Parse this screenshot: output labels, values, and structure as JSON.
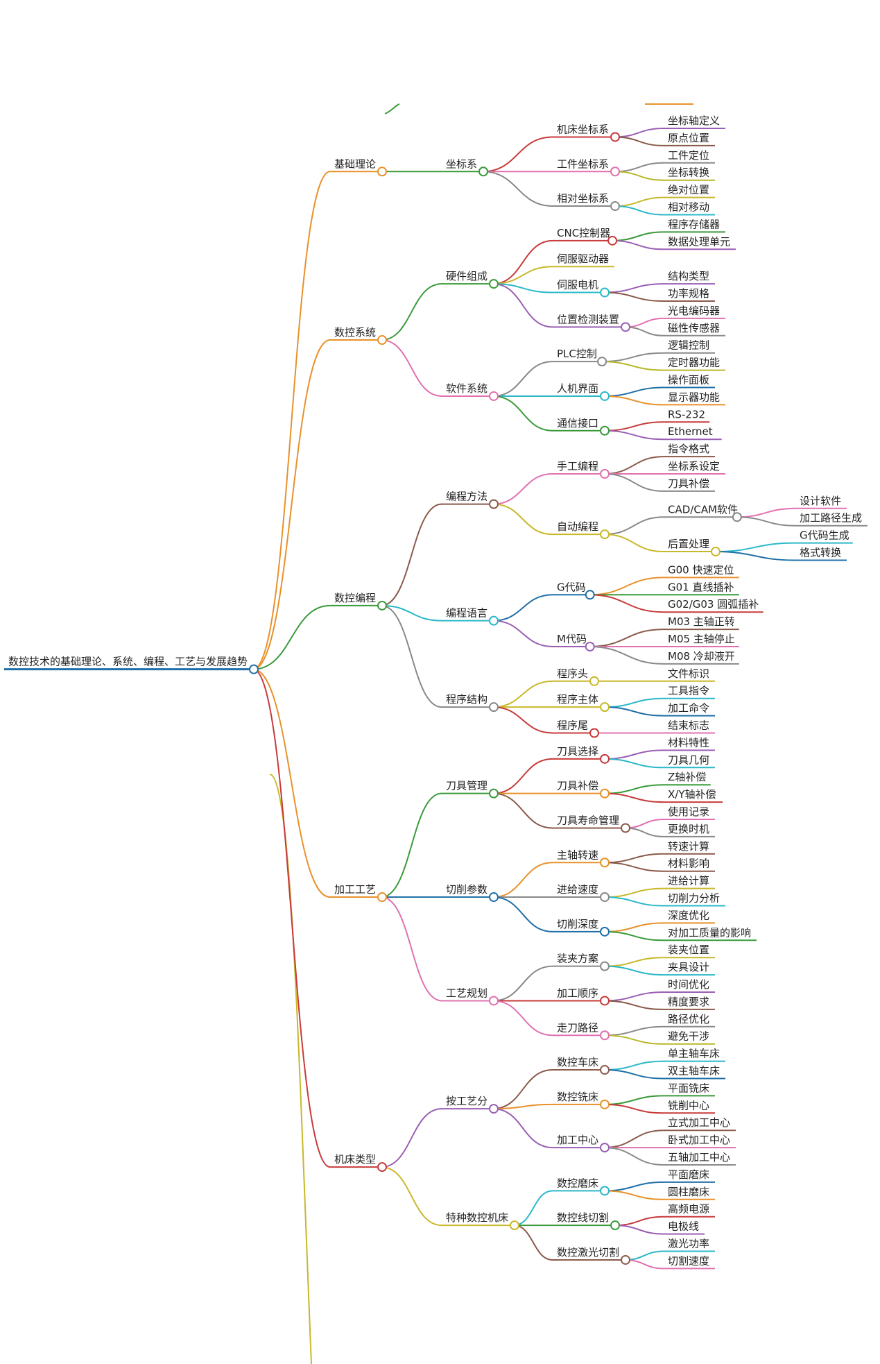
{
  "root": {
    "label": "数控技术的基础理论、系统、编程、工艺与发展趋势",
    "color": "#1f6fa8",
    "children": [
      {
        "label": "基础理论",
        "color": "#e8912a",
        "children": [
          {
            "label": "坐标系",
            "color": "#3a9a3a",
            "children": [
              {
                "label": "机床坐标系",
                "color": "#c83a3a",
                "children": [
                  {
                    "label": "坐标轴定义",
                    "color": "#9a5fb4"
                  },
                  {
                    "label": "原点位置",
                    "color": "#8a5a4a"
                  }
                ]
              },
              {
                "label": "工件坐标系",
                "color": "#e070b0",
                "children": [
                  {
                    "label": "工件定位",
                    "color": "#8a8a8a"
                  },
                  {
                    "label": "坐标转换",
                    "color": "#b8b82a"
                  }
                ]
              },
              {
                "label": "相对坐标系",
                "color": "#888888",
                "children": [
                  {
                    "label": "绝对位置",
                    "color": "#c8b82a"
                  },
                  {
                    "label": "相对移动",
                    "color": "#2ab8c8"
                  }
                ]
              }
            ]
          }
        ]
      },
      {
        "label": "数控系统",
        "color": "#e8912a",
        "children": [
          {
            "label": "硬件组成",
            "color": "#3a9a3a",
            "children": [
              {
                "label": "CNC控制器",
                "color": "#c83a3a",
                "children": [
                  {
                    "label": "程序存储器",
                    "color": "#3a9a3a"
                  },
                  {
                    "label": "数据处理单元",
                    "color": "#9a5fb4"
                  }
                ]
              },
              {
                "label": "伺服驱动器",
                "color": "#c8b82a"
              },
              {
                "label": "伺服电机",
                "color": "#2ab8c8",
                "children": [
                  {
                    "label": "结构类型",
                    "color": "#9a5fb4"
                  },
                  {
                    "label": "功率规格",
                    "color": "#8a5a4a"
                  }
                ]
              },
              {
                "label": "位置检测装置",
                "color": "#9a5fb4",
                "children": [
                  {
                    "label": "光电编码器",
                    "color": "#e070b0"
                  },
                  {
                    "label": "磁性传感器",
                    "color": "#8a8a8a"
                  }
                ]
              }
            ]
          },
          {
            "label": "软件系统",
            "color": "#e070b0",
            "children": [
              {
                "label": "PLC控制",
                "color": "#888888",
                "children": [
                  {
                    "label": "逻辑控制",
                    "color": "#8a8a8a"
                  },
                  {
                    "label": "定时器功能",
                    "color": "#b8b82a"
                  }
                ]
              },
              {
                "label": "人机界面",
                "color": "#2ab8c8",
                "children": [
                  {
                    "label": "操作面板",
                    "color": "#1f6fa8"
                  },
                  {
                    "label": "显示器功能",
                    "color": "#e8912a"
                  }
                ]
              },
              {
                "label": "通信接口",
                "color": "#3a9a3a",
                "children": [
                  {
                    "label": "RS-232",
                    "color": "#c83a3a"
                  },
                  {
                    "label": "Ethernet",
                    "color": "#9a5fb4"
                  }
                ]
              }
            ]
          }
        ]
      },
      {
        "label": "数控编程",
        "color": "#3a9a3a",
        "children": [
          {
            "label": "编程方法",
            "color": "#8a5a4a",
            "children": [
              {
                "label": "手工编程",
                "color": "#e070b0",
                "children": [
                  {
                    "label": "指令格式",
                    "color": "#8a5a4a"
                  },
                  {
                    "label": "坐标系设定",
                    "color": "#e070b0"
                  },
                  {
                    "label": "刀具补偿",
                    "color": "#8a8a8a"
                  }
                ]
              },
              {
                "label": "自动编程",
                "color": "#c8b82a",
                "children": [
                  {
                    "label": "CAD/CAM软件",
                    "color": "#888888",
                    "children": [
                      {
                        "label": "设计软件",
                        "color": "#e070b0"
                      },
                      {
                        "label": "加工路径生成",
                        "color": "#8a8a8a"
                      }
                    ]
                  },
                  {
                    "label": "后置处理",
                    "color": "#c8b82a",
                    "children": [
                      {
                        "label": "G代码生成",
                        "color": "#2ab8c8"
                      },
                      {
                        "label": "格式转换",
                        "color": "#1f6fa8"
                      }
                    ]
                  }
                ]
              }
            ]
          },
          {
            "label": "编程语言",
            "color": "#2ab8c8",
            "children": [
              {
                "label": "G代码",
                "color": "#1f6fa8",
                "children": [
                  {
                    "label": "G00 快速定位",
                    "color": "#e8912a"
                  },
                  {
                    "label": "G01 直线插补",
                    "color": "#3a9a3a"
                  },
                  {
                    "label": "G02/G03 圆弧插补",
                    "color": "#c83a3a"
                  }
                ]
              },
              {
                "label": "M代码",
                "color": "#9a5fb4",
                "children": [
                  {
                    "label": "M03 主轴正转",
                    "color": "#8a5a4a"
                  },
                  {
                    "label": "M05 主轴停止",
                    "color": "#e070b0"
                  },
                  {
                    "label": "M08 冷却液开",
                    "color": "#8a8a8a"
                  }
                ]
              }
            ]
          },
          {
            "label": "程序结构",
            "color": "#888888",
            "children": [
              {
                "label": "程序头",
                "color": "#c8b82a",
                "children": [
                  {
                    "label": "文件标识",
                    "color": "#c8b82a"
                  }
                ]
              },
              {
                "label": "程序主体",
                "color": "#c8b82a",
                "children": [
                  {
                    "label": "工具指令",
                    "color": "#2ab8c8"
                  },
                  {
                    "label": "加工命令",
                    "color": "#1f6fa8"
                  }
                ]
              },
              {
                "label": "程序尾",
                "color": "#c83a3a",
                "children": [
                  {
                    "label": "结束标志",
                    "color": "#e070b0"
                  }
                ]
              }
            ]
          }
        ]
      },
      {
        "label": "加工工艺",
        "color": "#e8912a",
        "children": [
          {
            "label": "刀具管理",
            "color": "#3a9a3a",
            "children": [
              {
                "label": "刀具选择",
                "color": "#c83a3a",
                "children": [
                  {
                    "label": "材料特性",
                    "color": "#9a5fb4"
                  },
                  {
                    "label": "刀具几何",
                    "color": "#2ab8c8"
                  }
                ]
              },
              {
                "label": "刀具补偿",
                "color": "#e8912a",
                "children": [
                  {
                    "label": "Z轴补偿",
                    "color": "#3a9a3a"
                  },
                  {
                    "label": "X/Y轴补偿",
                    "color": "#c83a3a"
                  }
                ]
              },
              {
                "label": "刀具寿命管理",
                "color": "#8a5a4a",
                "children": [
                  {
                    "label": "使用记录",
                    "color": "#e070b0"
                  },
                  {
                    "label": "更换时机",
                    "color": "#8a8a8a"
                  }
                ]
              }
            ]
          },
          {
            "label": "切削参数",
            "color": "#1f6fa8",
            "children": [
              {
                "label": "主轴转速",
                "color": "#e8912a",
                "children": [
                  {
                    "label": "转速计算",
                    "color": "#8a5a4a"
                  },
                  {
                    "label": "材料影响",
                    "color": "#8a5a4a"
                  }
                ]
              },
              {
                "label": "进给速度",
                "color": "#888888",
                "children": [
                  {
                    "label": "进给计算",
                    "color": "#c8b82a"
                  },
                  {
                    "label": "切削力分析",
                    "color": "#2ab8c8"
                  }
                ]
              },
              {
                "label": "切削深度",
                "color": "#1f6fa8",
                "children": [
                  {
                    "label": "深度优化",
                    "color": "#e8912a"
                  },
                  {
                    "label": "对加工质量的影响",
                    "color": "#3a9a3a"
                  }
                ]
              }
            ]
          },
          {
            "label": "工艺规划",
            "color": "#e070b0",
            "children": [
              {
                "label": "装夹方案",
                "color": "#888888",
                "children": [
                  {
                    "label": "装夹位置",
                    "color": "#c8b82a"
                  },
                  {
                    "label": "夹具设计",
                    "color": "#2ab8c8"
                  }
                ]
              },
              {
                "label": "加工顺序",
                "color": "#c83a3a",
                "children": [
                  {
                    "label": "时间优化",
                    "color": "#9a5fb4"
                  },
                  {
                    "label": "精度要求",
                    "color": "#8a5a4a"
                  }
                ]
              },
              {
                "label": "走刀路径",
                "color": "#e070b0",
                "children": [
                  {
                    "label": "路径优化",
                    "color": "#8a8a8a"
                  },
                  {
                    "label": "避免干涉",
                    "color": "#b8b82a"
                  }
                ]
              }
            ]
          }
        ]
      },
      {
        "label": "机床类型",
        "color": "#c83a3a",
        "children": [
          {
            "label": "按工艺分",
            "color": "#9a5fb4",
            "children": [
              {
                "label": "数控车床",
                "color": "#8a5a4a",
                "children": [
                  {
                    "label": "单主轴车床",
                    "color": "#2ab8c8"
                  },
                  {
                    "label": "双主轴车床",
                    "color": "#1f6fa8"
                  }
                ]
              },
              {
                "label": "数控铣床",
                "color": "#e8912a",
                "children": [
                  {
                    "label": "平面铣床",
                    "color": "#3a9a3a"
                  },
                  {
                    "label": "铣削中心",
                    "color": "#c83a3a"
                  }
                ]
              },
              {
                "label": "加工中心",
                "color": "#9a5fb4",
                "children": [
                  {
                    "label": "立式加工中心",
                    "color": "#8a5a4a"
                  },
                  {
                    "label": "卧式加工中心",
                    "color": "#e070b0"
                  },
                  {
                    "label": "五轴加工中心",
                    "color": "#8a8a8a"
                  }
                ]
              }
            ]
          },
          {
            "label": "特种数控机床",
            "color": "#c8b82a",
            "children": [
              {
                "label": "数控磨床",
                "color": "#2ab8c8",
                "children": [
                  {
                    "label": "平面磨床",
                    "color": "#1f6fa8"
                  },
                  {
                    "label": "圆柱磨床",
                    "color": "#e8912a"
                  }
                ]
              },
              {
                "label": "数控线切割",
                "color": "#3a9a3a",
                "children": [
                  {
                    "label": "高频电源",
                    "color": "#c83a3a"
                  },
                  {
                    "label": "电极线",
                    "color": "#9a5fb4"
                  }
                ]
              },
              {
                "label": "数控激光切割",
                "color": "#8a5a4a",
                "children": [
                  {
                    "label": "激光功率",
                    "color": "#2ab8c8"
                  },
                  {
                    "label": "切割速度",
                    "color": "#e070b0"
                  }
                ]
              }
            ]
          }
        ]
      }
    ]
  }
}
